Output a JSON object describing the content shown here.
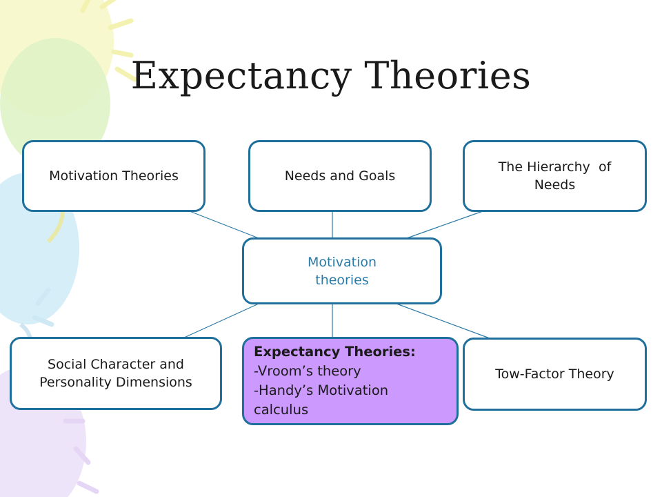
{
  "slide": {
    "title": "Expectancy Theories"
  },
  "diagram": {
    "center": {
      "label_line1": "Motivation",
      "label_line2": "theories"
    },
    "top_nodes": [
      {
        "label": "Motivation Theories"
      },
      {
        "label": "Needs and Goals"
      },
      {
        "label": "The Hierarchy  of Needs"
      }
    ],
    "bottom_nodes": [
      {
        "label_line1": "Social Character and",
        "label_line2": "Personality Dimensions"
      },
      {
        "heading": "Expectancy Theories:",
        "line1": "-Vroom’s theory",
        "line2": "-Handy’s Motivation",
        "line3": "calculus"
      },
      {
        "label": "Tow-Factor Theory"
      }
    ]
  },
  "colors": {
    "box_border": "#1f6f9c",
    "center_text": "#2a7aa6",
    "highlight_fill": "#cc99ff",
    "connector": "#2a7aa6"
  }
}
